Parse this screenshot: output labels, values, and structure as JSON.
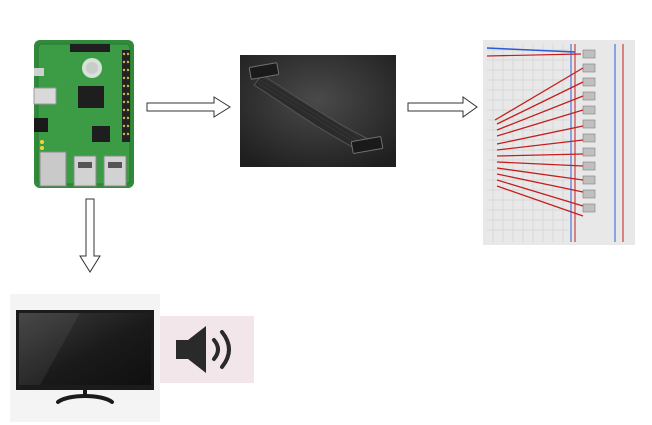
{
  "diagram": {
    "nodes": [
      {
        "id": "rpi",
        "icon": "raspberry-pi-board-icon"
      },
      {
        "id": "ribbon",
        "icon": "ribbon-cable-icon"
      },
      {
        "id": "breadboard",
        "icon": "breadboard-wiring-icon"
      },
      {
        "id": "monitor",
        "icon": "monitor-icon"
      },
      {
        "id": "speaker",
        "icon": "speaker-icon"
      }
    ],
    "edges": [
      {
        "from": "rpi",
        "to": "ribbon"
      },
      {
        "from": "ribbon",
        "to": "breadboard"
      },
      {
        "from": "rpi",
        "to": "monitor"
      }
    ],
    "colors": {
      "pcb": "#2f8a3a",
      "ribbon": "#2a2a2a",
      "ribbon_bg": "#3a3a3a",
      "breadboard": "#e8e8e8",
      "wire_red": "#c41e1e",
      "wire_blue": "#2a5bd7",
      "speaker_bg": "#f3e6ea",
      "monitor_frame": "#1b1b1b"
    }
  }
}
